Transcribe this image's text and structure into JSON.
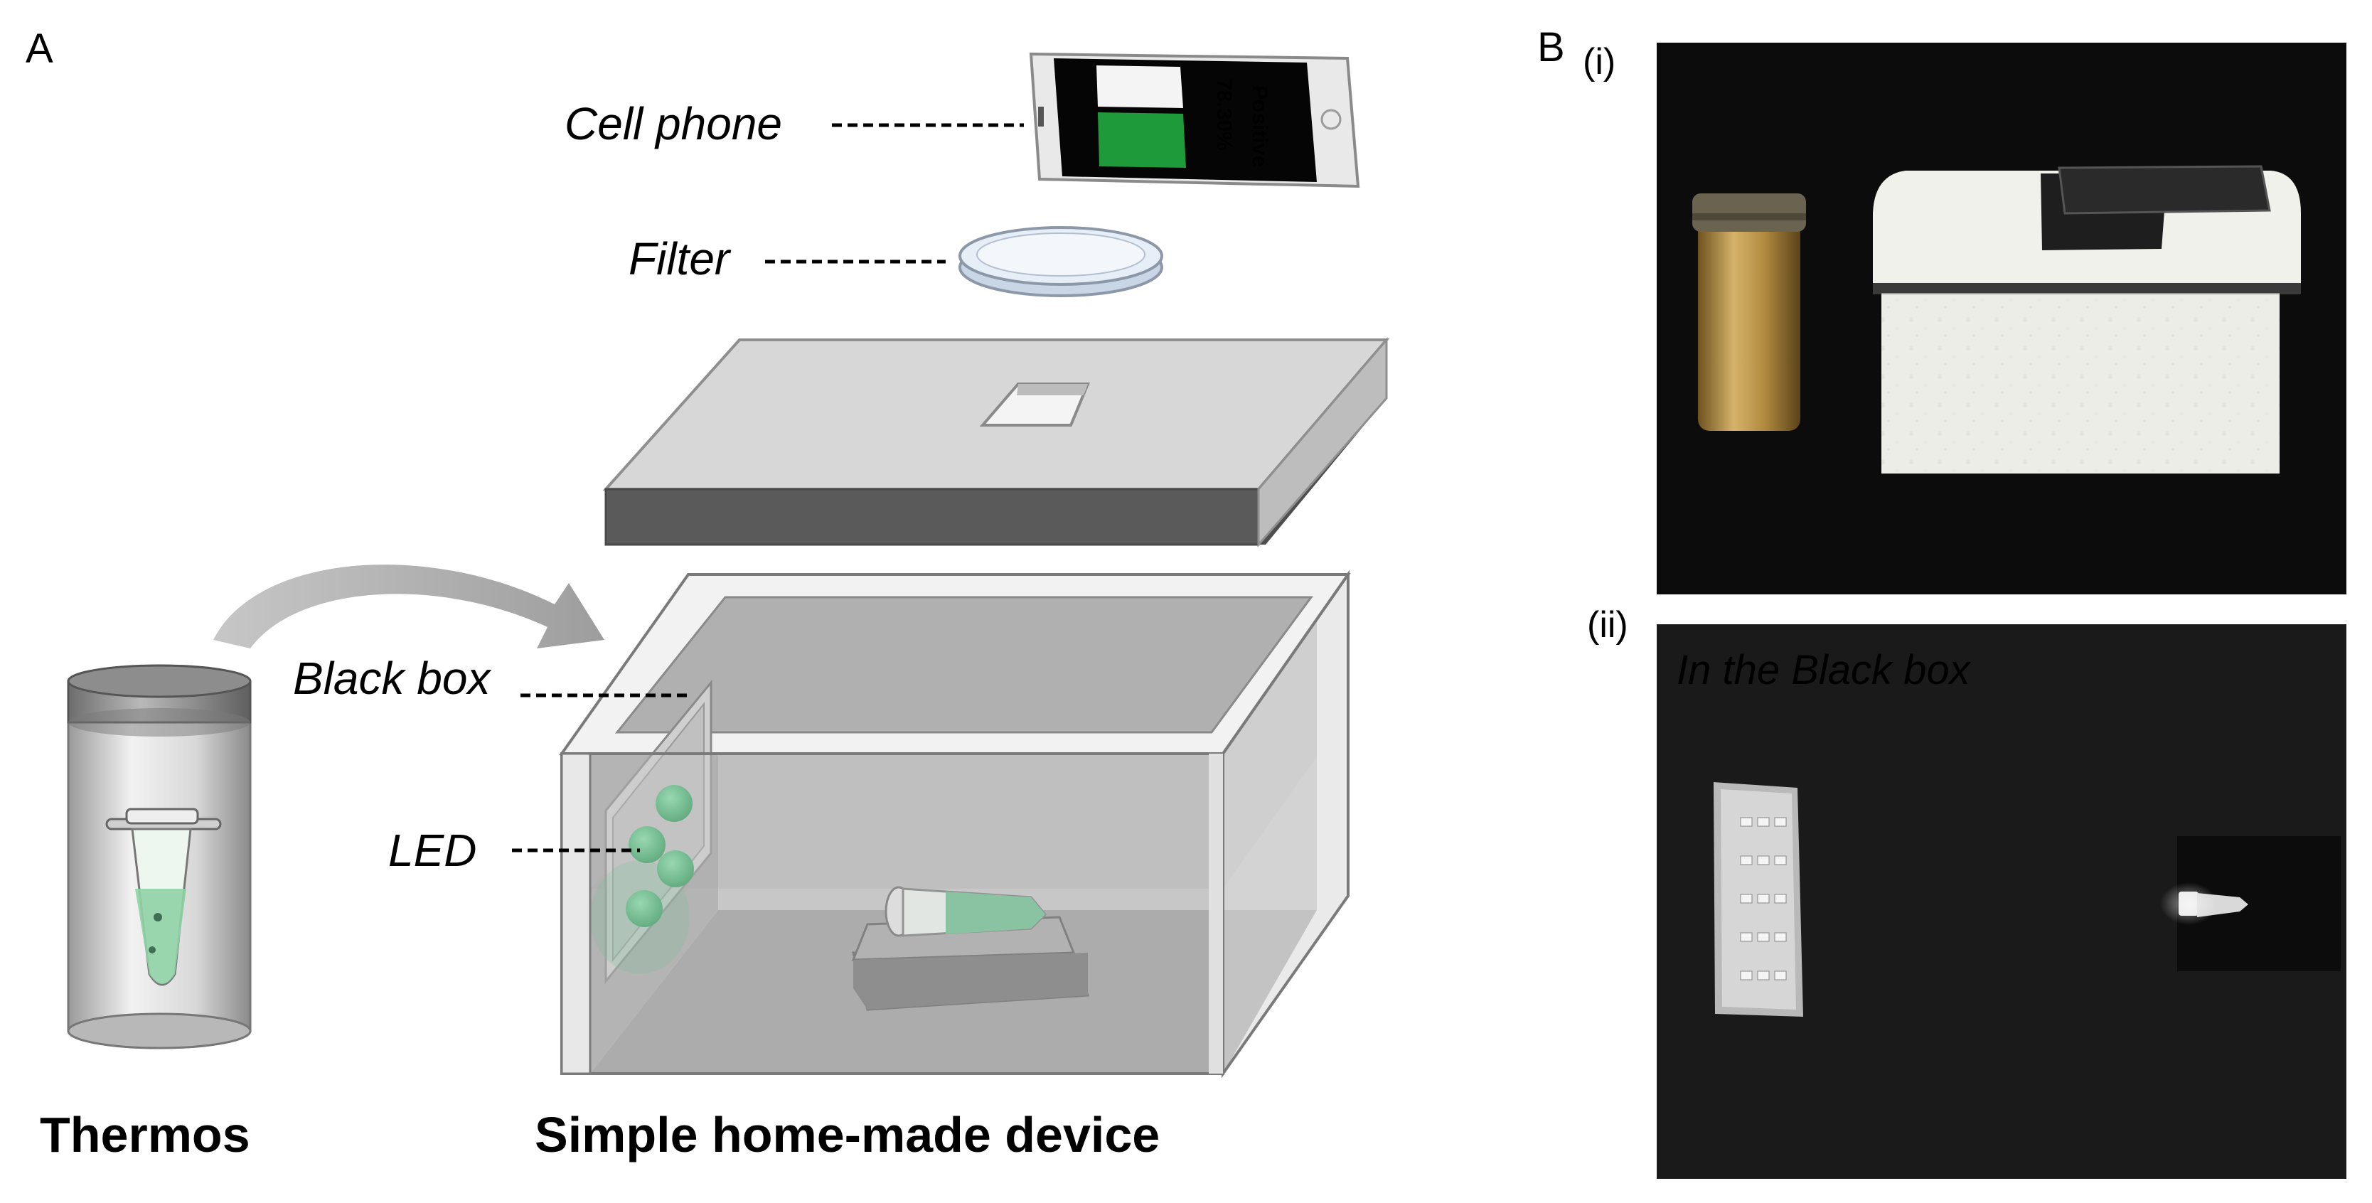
{
  "panel_a": {
    "letter": "A",
    "callouts": {
      "cell_phone": "Cell phone",
      "filter": "Filter",
      "black_box": "Black box",
      "led": "LED"
    },
    "phone_screen": {
      "percent": "78.30%",
      "result": "Positive",
      "screen_green": "#1f9a3a"
    },
    "captions": {
      "thermos": "Thermos",
      "device": "Simple home-made device"
    },
    "colors": {
      "led_green": "#3cb36f",
      "tube_liquid": "#8fd3a6",
      "thermos_gold": "#b8944a"
    }
  },
  "panel_b": {
    "letter": "B",
    "sub_i": "(i)",
    "sub_ii": "(ii)",
    "photo_ii_label": "In the Black box"
  }
}
